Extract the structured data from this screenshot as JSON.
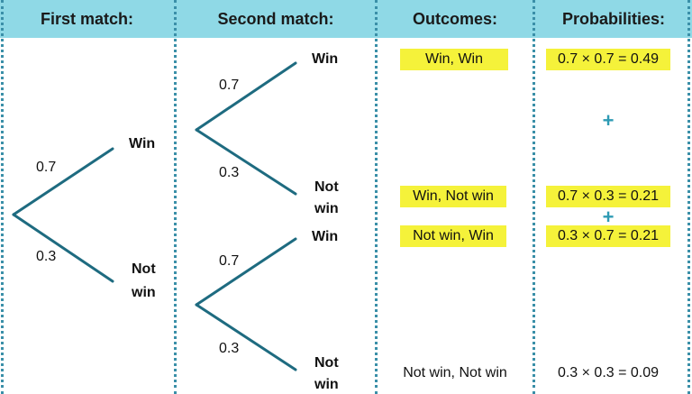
{
  "headers": {
    "first_match": "First match:",
    "second_match": "Second match:",
    "outcomes": "Outcomes:",
    "probabilities": "Probabilities:"
  },
  "first_match": {
    "win_prob": "0.7",
    "lose_prob": "0.3",
    "win_label": "Win",
    "notwin_label_line1": "Not",
    "notwin_label_line2": "win"
  },
  "second_match": {
    "upper_win_prob": "0.7",
    "upper_lose_prob": "0.3",
    "lower_win_prob": "0.7",
    "lower_lose_prob": "0.3",
    "win_label": "Win",
    "notwin_label_line1": "Not",
    "notwin_label_line2": "win"
  },
  "outcomes": [
    "Win, Win",
    "Win, Not win",
    "Not win, Win",
    "Not win, Not win"
  ],
  "probabilities": [
    "0.7 × 0.7 = 0.49",
    "0.7 × 0.3 = 0.21",
    "0.3 × 0.7 = 0.21",
    "0.3 × 0.3 = 0.09"
  ],
  "plus_sign": "+",
  "colors": {
    "header_bg": "#8fd9e6",
    "divider": "#3a8fa8",
    "branch": "#1e6b80",
    "highlight": "#f5f23a",
    "plus": "#2e9bb4"
  }
}
